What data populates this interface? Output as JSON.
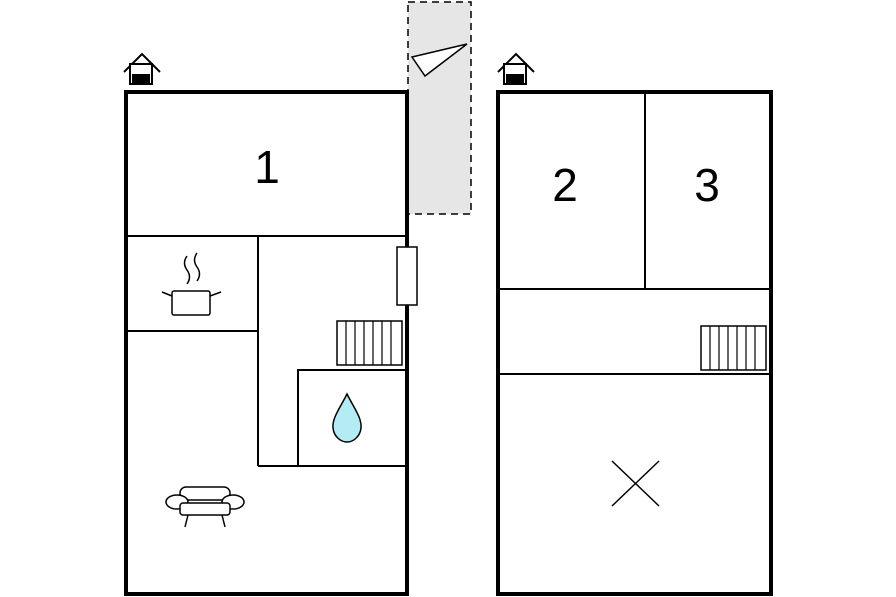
{
  "floorplan": {
    "ground_floor": {
      "room_label": "1",
      "icons": [
        "house-floor-icon",
        "kitchen-pot-icon",
        "staircase-icon",
        "bathroom-drop-icon",
        "sofa-icon",
        "door-icon"
      ]
    },
    "upper_floor": {
      "room_labels": [
        "2",
        "3"
      ],
      "icons": [
        "house-floor-icon",
        "staircase-icon",
        "void-cross-icon"
      ]
    },
    "terrace": {
      "icon": "sunshade-icon"
    },
    "colors": {
      "wall": "#000000",
      "terrace_fill": "#e6e6e6",
      "water": "#b3ecf4"
    }
  }
}
